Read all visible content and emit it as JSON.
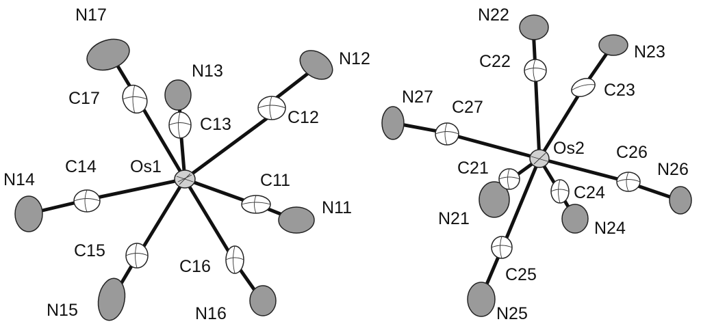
{
  "molecules": [
    {
      "center": "Os1",
      "ligands": [
        {
          "carbon": "C11",
          "nitrogen": "N11"
        },
        {
          "carbon": "C12",
          "nitrogen": "N12"
        },
        {
          "carbon": "C13",
          "nitrogen": "N13"
        },
        {
          "carbon": "C14",
          "nitrogen": "N14"
        },
        {
          "carbon": "C15",
          "nitrogen": "N15"
        },
        {
          "carbon": "C16",
          "nitrogen": "N16"
        },
        {
          "carbon": "C17",
          "nitrogen": "N17"
        }
      ]
    },
    {
      "center": "Os2",
      "ligands": [
        {
          "carbon": "C21",
          "nitrogen": "N21"
        },
        {
          "carbon": "C22",
          "nitrogen": "N22"
        },
        {
          "carbon": "C23",
          "nitrogen": "N23"
        },
        {
          "carbon": "C24",
          "nitrogen": "N24"
        },
        {
          "carbon": "C25",
          "nitrogen": "N25"
        },
        {
          "carbon": "C26",
          "nitrogen": "N26"
        },
        {
          "carbon": "C27",
          "nitrogen": "N27"
        }
      ]
    }
  ],
  "colors": {
    "nitrogen_fill": "#9a9a9a",
    "carbon_fill": "#ffffff",
    "osmium_fill": "#d0d0d0",
    "bond": "#111111"
  }
}
